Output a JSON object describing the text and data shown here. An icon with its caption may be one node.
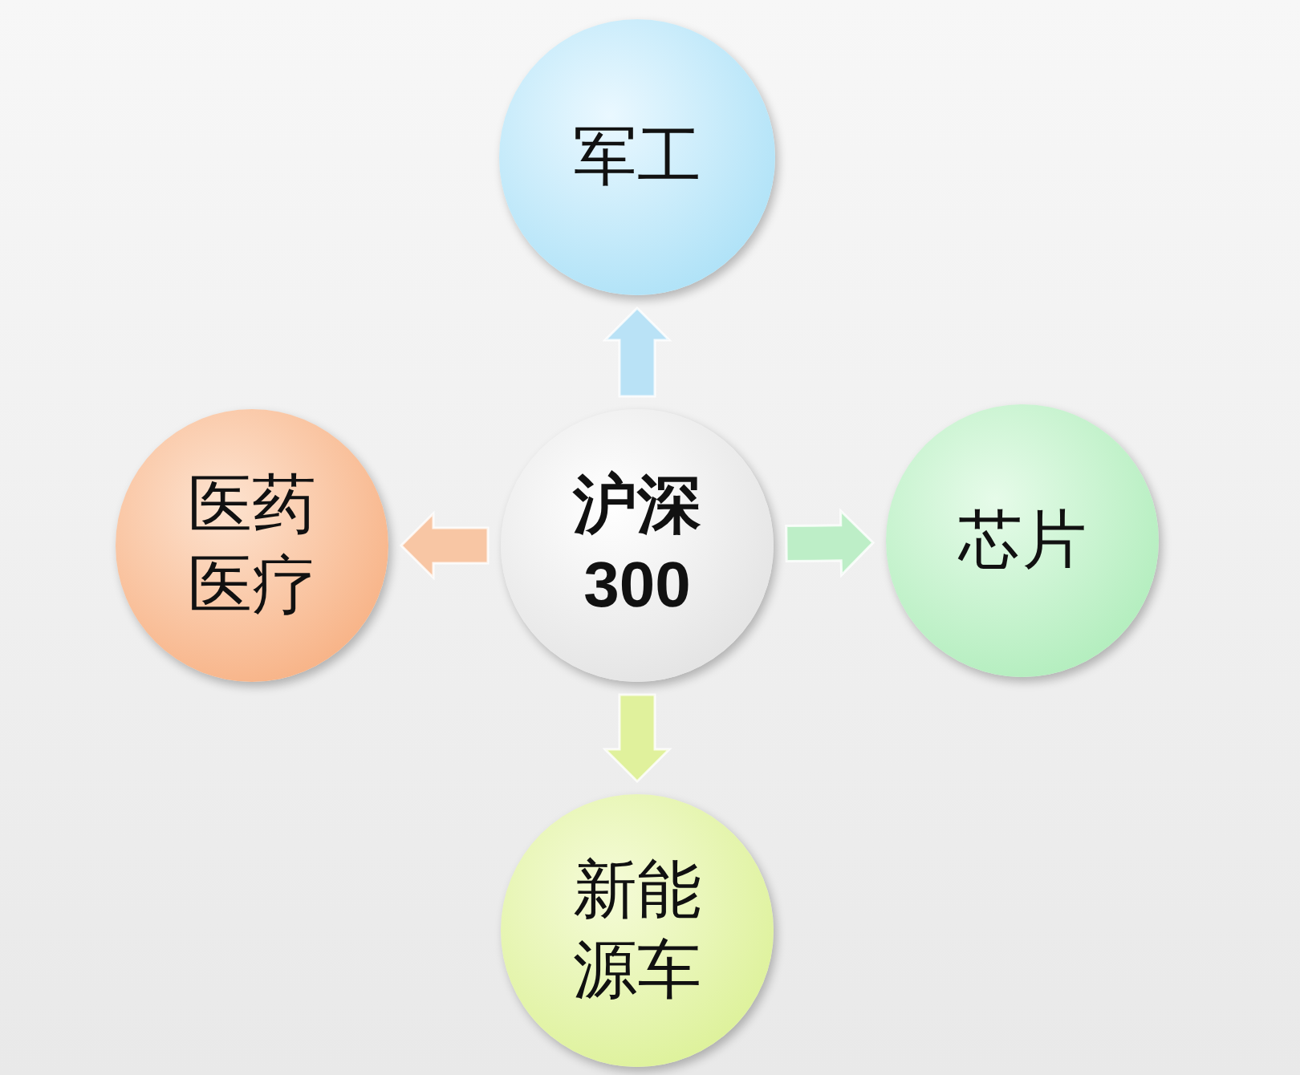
{
  "diagram": {
    "nodes": [
      {
        "text": [
          "军工"
        ]
      },
      {
        "text": [
          "医药医疗"
        ]
      },
      {
        "text": [
          "沪深300"
        ]
      },
      {
        "text": [
          "芯片"
        ]
      },
      {
        "text": [
          "新能源车"
        ]
      }
    ],
    "edges": [
      {
        "from": 2,
        "to": 0,
        "arrow": "to"
      },
      {
        "from": 2,
        "to": 1,
        "arrow": "to"
      },
      {
        "from": 2,
        "to": 3,
        "arrow": "to"
      },
      {
        "from": 2,
        "to": 4,
        "arrow": "to"
      }
    ]
  }
}
